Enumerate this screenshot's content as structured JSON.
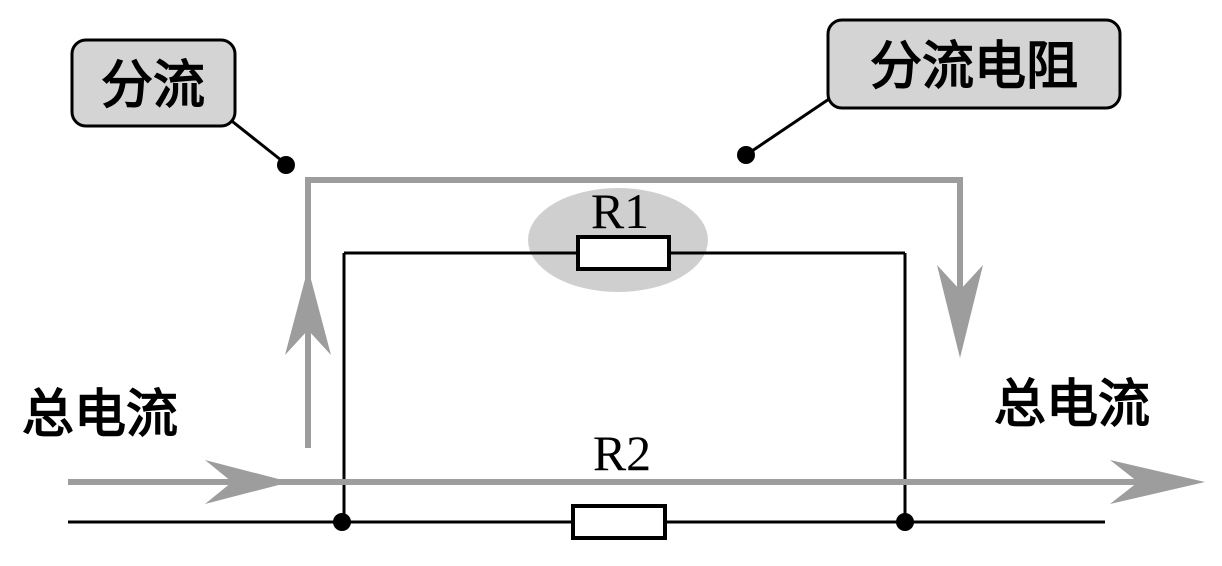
{
  "labels": {
    "shunt_current": "分流",
    "shunt_resistor": "分流电阻",
    "total_current_in": "总电流",
    "total_current_out": "总电流",
    "r1": "R1",
    "r2": "R2"
  },
  "colors": {
    "wire": "#000000",
    "flow_arrow": "#9d9d9d",
    "callout_fill": "#d4d4d4",
    "highlight": "#cfcfcf"
  }
}
